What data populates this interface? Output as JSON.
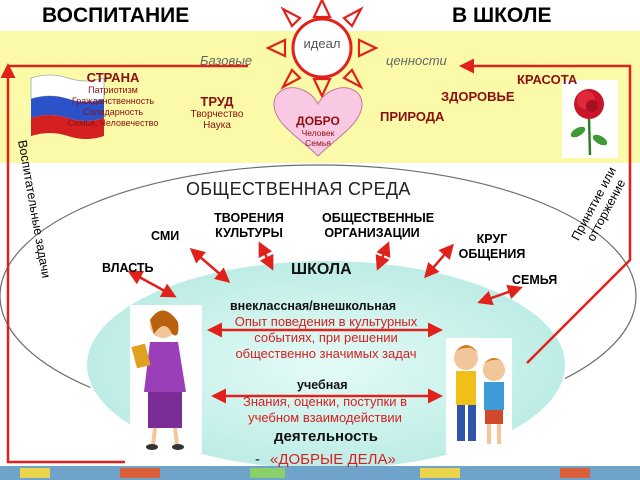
{
  "header": {
    "left_title": "ВОСПИТАНИЕ",
    "right_title": "В ШКОЛЕ"
  },
  "sun": {
    "label": "идеал"
  },
  "values": {
    "left": "Базовые",
    "right": "ценности",
    "country": {
      "title": "СТРАНА",
      "items": [
        "Патриотизм",
        "Гражданственность",
        "Солидарность",
        "Семья, Человечество"
      ]
    },
    "labor": {
      "title": "ТРУД",
      "items": [
        "Творчество",
        "Наука"
      ]
    },
    "good": {
      "title": "ДОБРО",
      "items": [
        "Человек",
        "Семья"
      ]
    },
    "nature": "ПРИРОДА",
    "health": "ЗДОРОВЬЕ",
    "beauty": "КРАСОТА"
  },
  "side_labels": {
    "left": "Воспитательные задачи",
    "right": "Принятие или отторжение"
  },
  "environment": {
    "title": "ОБЩЕСТВЕННАЯ СРЕДА",
    "media": "СМИ",
    "culture": "ТВОРЕНИЯ КУЛЬТУРЫ",
    "orgs": "ОБЩЕСТВЕННЫЕ ОРГАНИЗАЦИИ",
    "circle": "КРУГ ОБЩЕНИЯ",
    "power": "ВЛАСТЬ",
    "family": "СЕМЬЯ"
  },
  "school": {
    "title": "ШКОЛА",
    "extracurricular": {
      "title": "внеклассная/внешкольная",
      "text": "Опыт поведения в культурных событиях, при решении общественно значимых задач"
    },
    "academic": {
      "title": "учебная",
      "text": "Знания, оценки, поступки в учебном взаимодействии"
    },
    "activity": "деятельность",
    "dash": "-",
    "good_deeds": "«ДОБРЫЕ ДЕЛА»"
  },
  "colors": {
    "band": "#fbfaa8",
    "arrow": "#e0211c",
    "school": "#cdf3ee",
    "heart": "#f9c9e3"
  }
}
